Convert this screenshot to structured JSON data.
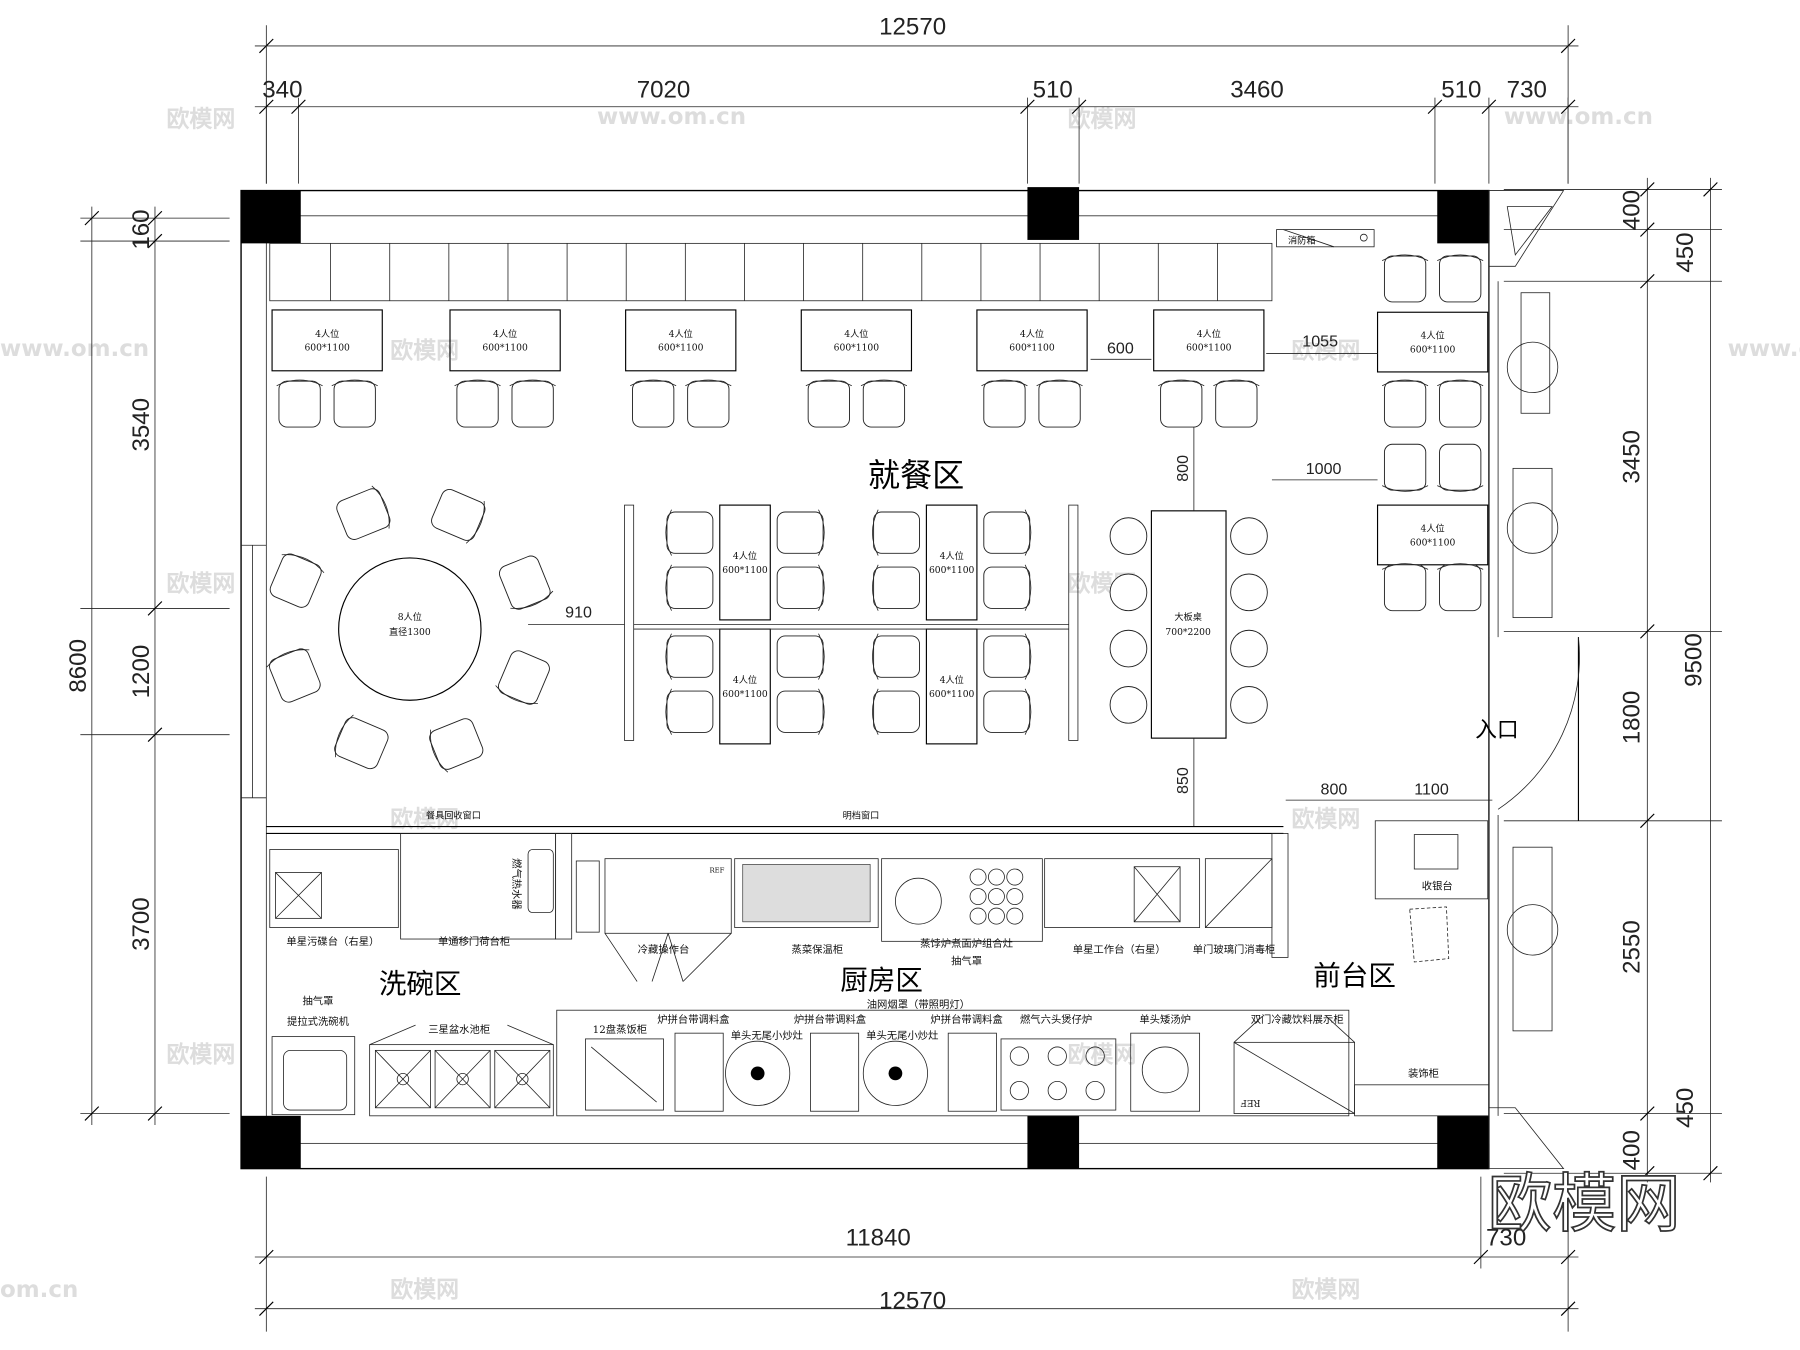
{
  "dimensions": {
    "top_overall": "12570",
    "top_segments": [
      "340",
      "7020",
      "510",
      "3460",
      "510",
      "730"
    ],
    "left_overall": "8600",
    "left_segments": [
      "160",
      "3540",
      "1200",
      "3700"
    ],
    "right_overall": "9500",
    "right_segments": [
      "400",
      "450",
      "3450",
      "1800",
      "2550",
      "450",
      "400"
    ],
    "bottom_inner": "11840",
    "bottom_right": "730",
    "bottom_overall": "12570",
    "interior": {
      "d600": "600",
      "d1055": "1055",
      "d1000": "1000",
      "d800v": "800",
      "d910": "910",
      "d850": "850",
      "d800h": "800",
      "d1100": "1100"
    }
  },
  "zones": {
    "dining": "就餐区",
    "dishwashing": "洗碗区",
    "kitchen": "厨房区",
    "front_desk": "前台区",
    "entrance": "入口"
  },
  "tables": {
    "four_seat": "4人位",
    "four_seat_size": "600*1100",
    "round": "8人位",
    "round_size": "直径1300",
    "long": "大板桌",
    "long_size": "700*2200"
  },
  "fixtures": {
    "fire_box": "消防箱",
    "dish_return_window": "餐具回收窗口",
    "open_kitchen_window": "明档窗口",
    "cashier": "收银台",
    "decor_cabinet": "装饰柜",
    "drinks_fridge": "双门冷藏饮料展示柜"
  },
  "kitchen_upper": [
    "单星污碟台（右星）",
    "单通移门荷台柜",
    "燃气热水器",
    "冷藏操作台",
    "蒸菜保温柜",
    "蒸饽炉煮面炉组合灶",
    "抽气罩",
    "单星工作台（右星）",
    "单门玻璃门消毒柜"
  ],
  "kitchen_lower": [
    "抽气罩",
    "提拉式洗碗机",
    "三星盆水池柜",
    "12盘蒸饭柜",
    "油网烟罩（带照明灯）",
    "炉拼台带调料盒",
    "单头无尾小炒灶",
    "炉拼台带调料盒",
    "单头无尾小炒灶",
    "炉拼台带调料盒",
    "燃气六头煲仔炉",
    "单头矮汤炉"
  ],
  "ref_label": "REF",
  "watermark": {
    "brand": "欧模网",
    "url": "www.om.cn"
  }
}
